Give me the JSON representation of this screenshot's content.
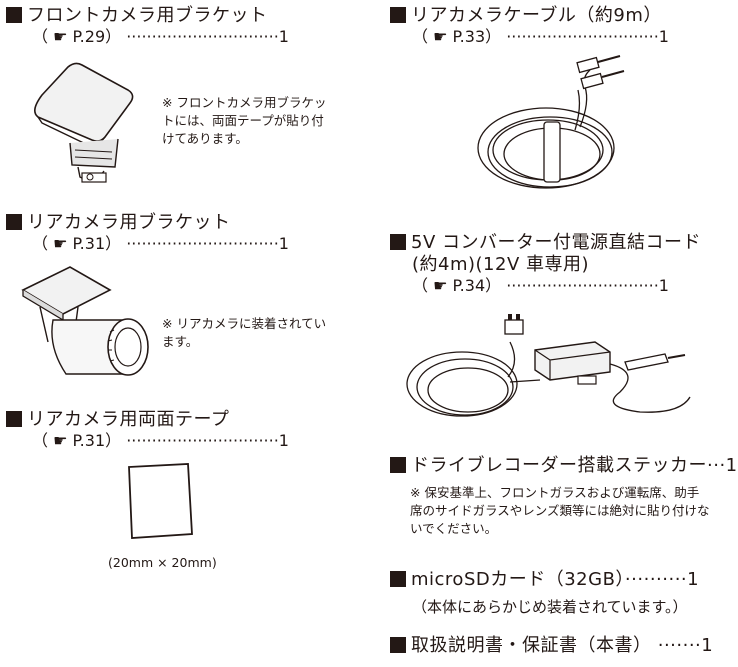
{
  "items": [
    {
      "title": "フロントカメラ用ブラケット",
      "ref": "（ ☛ P.29） ······························1",
      "note": "※ フロントカメラ用ブラケットには、両面テープが貼り付けてあります。"
    },
    {
      "title": "リアカメラ用ブラケット",
      "ref": "（ ☛ P.31） ······························1",
      "note": "※ リアカメラに装着されています。"
    },
    {
      "title": "リアカメラ用両面テープ",
      "ref": "（ ☛ P.31） ······························1",
      "caption": "(20mm × 20mm)"
    },
    {
      "title": "リアカメラケーブル（約9m）",
      "ref": "（ ☛ P.33） ······························1"
    },
    {
      "title_line1": "5V コンバーター付電源直結コード",
      "title_line2": "(約4m)(12V 車専用)",
      "ref": "（ ☛ P.34） ······························1"
    },
    {
      "title": "ドライブレコーダー搭載ステッカー···1",
      "note": "※ 保安基準上、フロントガラスおよび運転席、助手席のサイドガラスやレンズ類等には絶対に貼り付けないでください。"
    },
    {
      "title": "microSDカード（32GB）··········1",
      "sub": "（本体にあらかじめ装着されています。）"
    },
    {
      "title": "取扱説明書・保証書（本書） ·······1"
    }
  ]
}
